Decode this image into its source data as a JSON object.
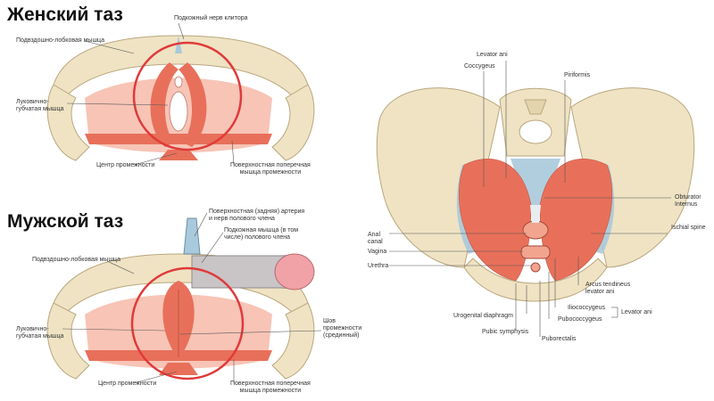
{
  "female": {
    "title": "Женский таз",
    "labels": {
      "clitoris_nerve": "Подкожный нерв клитора",
      "pubococcygeus": "Подвздошно-лобковая мышца",
      "bulbospongiosus": "Луковично-\nгубчатая мышца",
      "perineal_center": "Центр промежности",
      "transverse": "Поверхностная поперечная\nмышца промежности"
    }
  },
  "male": {
    "title": "Мужской таз",
    "labels": {
      "penis_artery": "Поверхностная (задняя) артерия\nи нерв полового члена",
      "penis_muscle": "Подкожная мышца (в том\nчисле) полового члена",
      "pubococcygeus": "Подвздошно-лобковая мышца",
      "bulbospongiosus": "Луковично-\nгубчатая мышца",
      "sphincter": "Шов\nпромежности\n(срединный)",
      "perineal_center": "Центр промежности",
      "transverse": "Поверхностная поперечная\nмышца промежности"
    }
  },
  "right_panel": {
    "labels": {
      "levator_ani": "Levator ani",
      "coccygeus": "Coccygeus",
      "piriformis": "Piriformis",
      "obturator": "Obturator\nInternus",
      "anal_canal": "Anal\ncanal",
      "vagina": "Vagina",
      "urethra": "Urethra",
      "tendinous_arch": "Arcus tendineus\nlevator ani",
      "iliococcygeus": "Iliococcygeus",
      "pubococcygeus": "Pubococcygeus",
      "levator_ani_group": "Levator ani",
      "puborectalis": "Puborectalis",
      "urogenital_diaphragm": "Urogenital diaphragm",
      "pubic_symphysis": "Pubic symphysis",
      "ischial_spine": "Ischial spine"
    }
  },
  "colors": {
    "bone": "#efe3c4",
    "bone_stroke": "#b9a77d",
    "muscle": "#e8705a",
    "muscle_light": "#f2a48f",
    "membrane": "#a9c9dc",
    "circle": "#e03a3a",
    "ligament": "#e8edf1"
  }
}
